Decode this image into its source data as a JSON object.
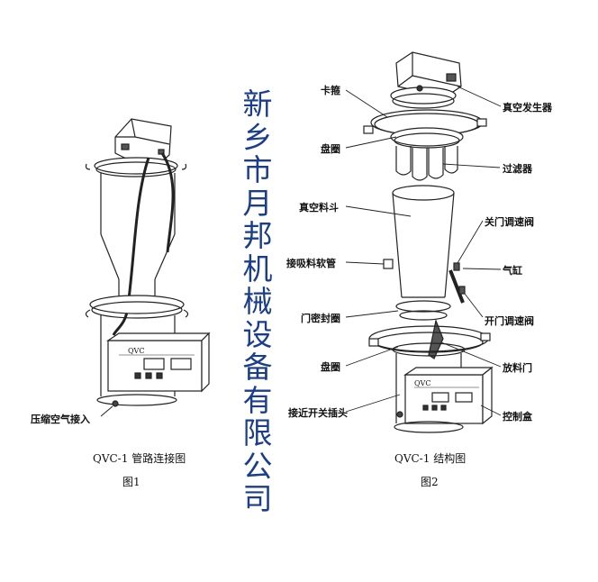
{
  "fig1": {
    "panel_text": "QVC",
    "label_air": "压缩空气接入",
    "caption": "QVC-1 管路连接图",
    "figure_no": "图1"
  },
  "fig2": {
    "panel_text": "QVC",
    "labels": {
      "clamp": "卡箍",
      "vacuum_generator": "真空发生器",
      "disc_ring_top": "盘圈",
      "filter": "过滤器",
      "hopper": "真空料斗",
      "close_valve": "关门调速阀",
      "suction_pipe": "接吸料软管",
      "cylinder": "气缸",
      "door_seal": "门密封圈",
      "open_valve": "开门调速阀",
      "disc_ring_bottom": "盘圈",
      "discharge_door": "放料门",
      "proximity_plug": "接近开关插头",
      "control_box": "控制盒"
    },
    "caption": "QVC-1 结构图",
    "figure_no": "图2"
  },
  "watermark": "新乡市月邦机械设备有限公司"
}
